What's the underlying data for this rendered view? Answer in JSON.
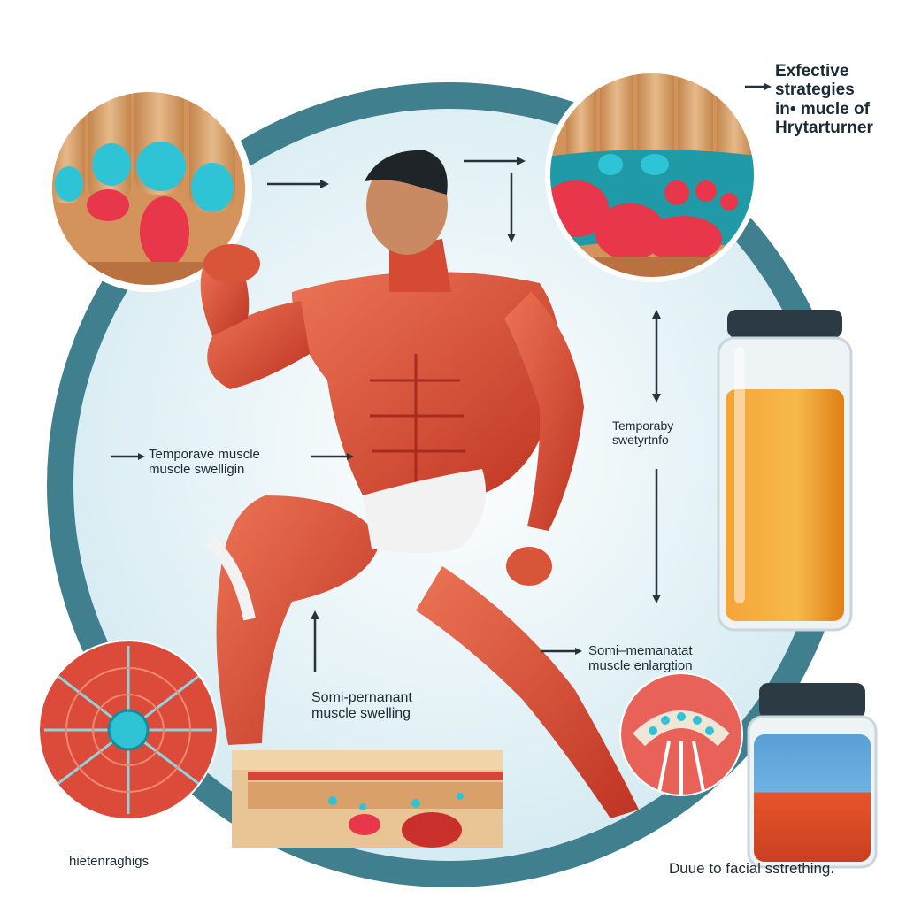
{
  "diagram": {
    "title_lines": [
      "Exfective",
      "strategies",
      "in• mucle of",
      "Hrytarturner"
    ],
    "labels": {
      "left_center": [
        "Temporave muscle",
        "muscle swelligin"
      ],
      "right_center": [
        "Temporaby",
        "swetyrtnfo"
      ],
      "lower_center": [
        "Somi-pernanant",
        "muscle swelling"
      ],
      "right_lower": [
        "Somi–memanatat",
        "muscle enlargtion"
      ],
      "bottom_left": "hietenraghigs",
      "bottom_right": "Duue to facial sstrething."
    }
  },
  "colors": {
    "ring": "#3f7f8e",
    "circle_bg": "#e3f1f6",
    "muscle": "#d2452f",
    "muscle_light": "#e96a4f",
    "tendon": "#f2f2f2",
    "fluid": "#f39a1f",
    "cell_blue": "#2ec4d6",
    "cell_red": "#e8364b",
    "arrow": "#27323b"
  },
  "icons": [
    "flow-arrow-icon",
    "vial-icon",
    "jar-icon",
    "muscle-cell-icon"
  ]
}
